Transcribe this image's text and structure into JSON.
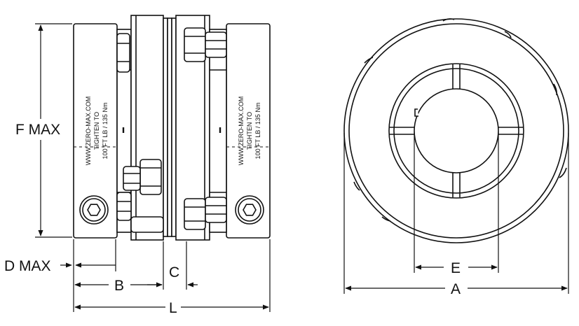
{
  "dimensions": {
    "f_max": "F MAX",
    "d_max": "D MAX",
    "b": "B",
    "c": "C",
    "l": "L",
    "e": "E",
    "a": "A"
  },
  "hub_marking": {
    "line1": "WWW.ZERO-MAX.COM",
    "line2": "TIGHTEN TO",
    "line3": "100 FT LB /  135 Nm"
  },
  "icons": [
    "hex-socket-screw-icon",
    "hex-nut-icon",
    "keyway-icon"
  ]
}
